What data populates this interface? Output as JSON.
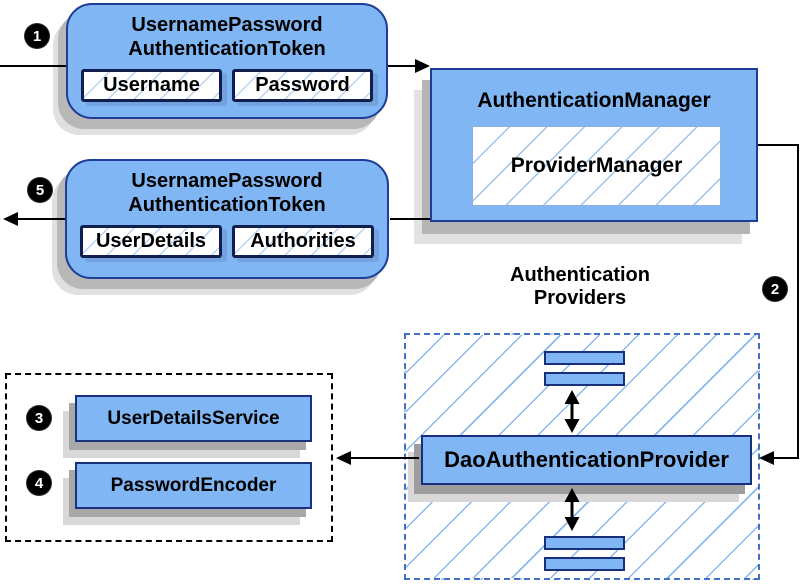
{
  "diagram": {
    "token_request": {
      "title_line1": "UsernamePassword",
      "title_line2": "AuthenticationToken",
      "field1": "Username",
      "field2": "Password"
    },
    "manager": {
      "title": "AuthenticationManager",
      "inner": "ProviderManager"
    },
    "token_response": {
      "title_line1": "UsernamePassword",
      "title_line2": "AuthenticationToken",
      "field1": "UserDetails",
      "field2": "Authorities"
    },
    "providers": {
      "label_line1": "Authentication",
      "label_line2": "Providers",
      "dao": "DaoAuthenticationProvider"
    },
    "services": {
      "user_details_service": "UserDetailsService",
      "password_encoder": "PasswordEncoder"
    },
    "steps": {
      "s1": "1",
      "s2": "2",
      "s3": "3",
      "s4": "4",
      "s5": "5"
    },
    "colors": {
      "box_fill": "#7fb6f3",
      "box_border": "#1d3d96",
      "inner_field_border": "#101f4d",
      "hatch_line": "#8ab8ec",
      "dashed_blue_border": "#4170c4",
      "dashed_black_border": "#000000",
      "shadow_dark": "#a8a8a8",
      "shadow_light": "#d8d8d8",
      "arrow": "#000000"
    }
  }
}
